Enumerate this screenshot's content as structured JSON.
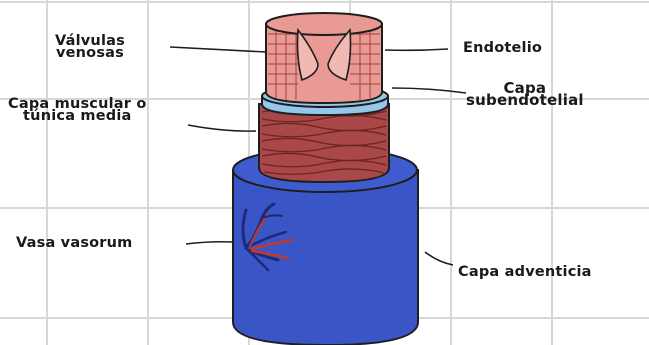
{
  "labels": {
    "valvulas": [
      "Válvulas",
      "venosas"
    ],
    "endotelio": "Endotelio",
    "subendotelial": [
      "Capa",
      "subendotelial"
    ],
    "muscular": [
      "Capa muscular o",
      "túnica media"
    ],
    "vasa": "Vasa vasorum",
    "adventicia": "Capa adventicia"
  },
  "colors": {
    "grid": "#d7d7d7",
    "outline": "#1e1e1e",
    "adventicia": "#3a56c6",
    "adventicia_top": "#3f5ccf",
    "muscular": "#a84848",
    "muscular_stripe": "#6e2424",
    "subendotelial": "#93c8e8",
    "endotelio": "#ea9a94",
    "endotelio_grid": "#a5413d",
    "vasa_dark": "#1e2a78",
    "vasa_red": "#c0392b"
  }
}
